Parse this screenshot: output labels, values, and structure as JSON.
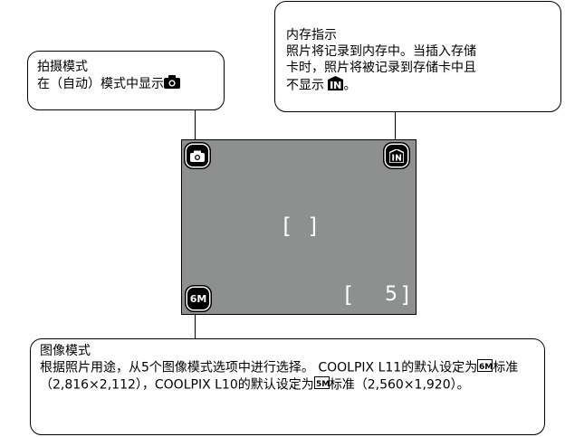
{
  "callouts": {
    "shooting_mode": {
      "title": "拍摄模式",
      "text": "在（自动）模式中显示"
    },
    "memory": {
      "title": "内存指示",
      "line1": "照片将记录到内存中。当插入存储",
      "line2": "卡时，照片将被记录到存储卡中且",
      "line3_a": "不显示",
      "line3_b": "。"
    },
    "image_mode": {
      "title": "图像模式",
      "text_a": "根据照片用途，从5个图像模式选项中进行选择。 COOLPIX L11的默认设定为",
      "text_b": "标准（2,816×2,112），COOLPIX L10的默认设定为",
      "text_c": "标准（2,560×1,920）。"
    }
  },
  "screen": {
    "focus_left": "[",
    "focus_right": "]",
    "count_left": "[",
    "count_value": "5",
    "count_right": "]",
    "image_mode_icon": "6M",
    "memory_icon": "IN"
  },
  "icons": {
    "camera": "camera-icon",
    "internal_memory": "internal-memory-icon",
    "image_mode_6m": "image-mode-6m-icon",
    "image_mode_5m": "image-mode-5m-icon"
  },
  "colors": {
    "screen_bg": "#8e8f8f",
    "screen_fg": "#ffffff"
  }
}
